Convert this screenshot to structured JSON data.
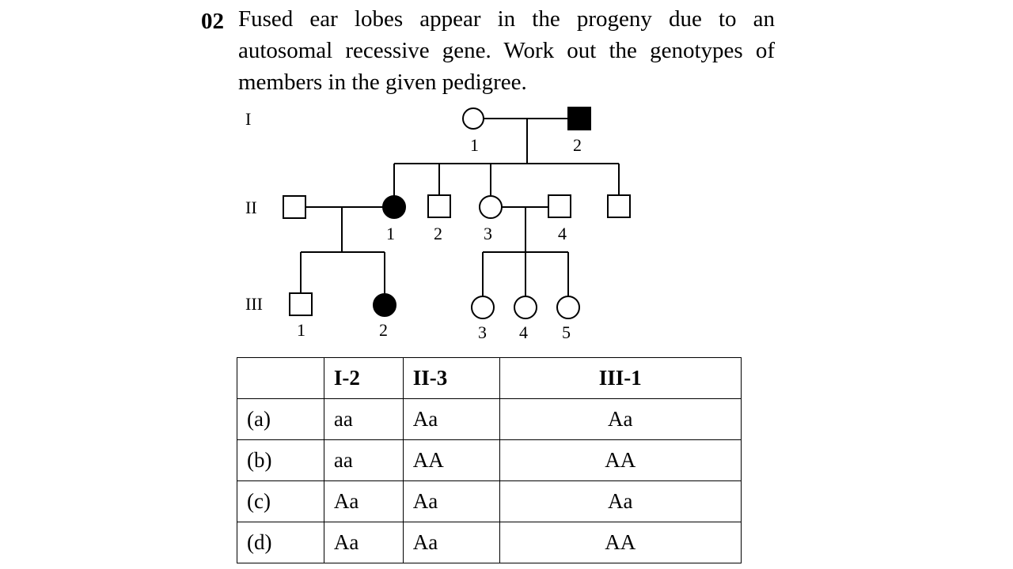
{
  "question": {
    "number": "02",
    "lines": [
      "Fused ear lobes appear in the progeny due to an",
      "autosomal recessive gene. Work out the genotypes of",
      "members in the given pedigree."
    ]
  },
  "pedigree": {
    "generation_labels": [
      "I",
      "II",
      "III"
    ],
    "gen1": {
      "labels": [
        "1",
        "2"
      ]
    },
    "gen2": {
      "labels": [
        "1",
        "2",
        "3",
        "4"
      ]
    },
    "gen3": {
      "labels": [
        "1",
        "2",
        "3",
        "4",
        "5"
      ]
    }
  },
  "table": {
    "headers": [
      "",
      "I-2",
      "II-3",
      "III-1"
    ],
    "rows": [
      {
        "option": "(a)",
        "i2": "aa",
        "ii3": "Aa",
        "iii1": "Aa"
      },
      {
        "option": "(b)",
        "i2": "aa",
        "ii3": "AA",
        "iii1": "AA"
      },
      {
        "option": "(c)",
        "i2": "Aa",
        "ii3": "Aa",
        "iii1": "Aa"
      },
      {
        "option": "(d)",
        "i2": "Aa",
        "ii3": "Aa",
        "iii1": "AA"
      }
    ]
  }
}
